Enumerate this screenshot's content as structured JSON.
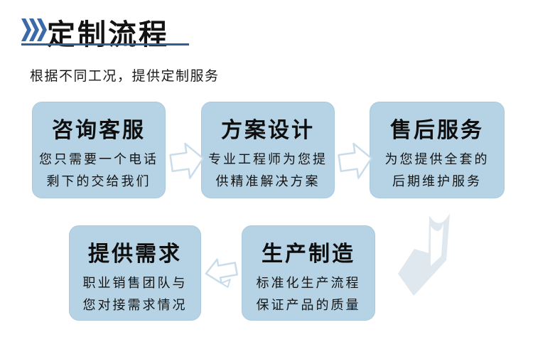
{
  "colors": {
    "accent_blue": "#3a6ba8",
    "underline_blue": "#2f5f93",
    "box_fill": "#b6d3e5",
    "small_arrow_outline": "#c9dcea",
    "curved_arrow_fill": "#dfe8ee",
    "text_black": "#121212",
    "background": "#ffffff"
  },
  "header": {
    "icon": "triple-chevron-right-icon",
    "title": "定制流程",
    "subtitle": "根据不同工况，提供定制服务"
  },
  "flow": {
    "steps": [
      {
        "title": "咨询客服",
        "lines": [
          "您只需要一个电话",
          "剩下的交给我们"
        ]
      },
      {
        "title": "方案设计",
        "lines": [
          "专业工程师为您提",
          "供精准解决方案"
        ]
      },
      {
        "title": "售后服务",
        "lines": [
          "为您提供全套的",
          "后期维护服务"
        ]
      },
      {
        "title": "提供需求",
        "lines": [
          "职业销售团队与",
          "您对接需求情况"
        ]
      },
      {
        "title": "生产制造",
        "lines": [
          "标准化生产流程",
          "保证产品的质量"
        ]
      }
    ],
    "connectors": [
      {
        "between": [
          "咨询客服",
          "方案设计"
        ],
        "icon": "arrow-right-outline-icon"
      },
      {
        "between": [
          "方案设计",
          "售后服务"
        ],
        "icon": "arrow-right-outline-icon"
      },
      {
        "between": [
          "生产制造",
          "提供需求"
        ],
        "icon": "arrow-left-outline-icon"
      },
      {
        "between": [
          "row-1",
          "生产制造"
        ],
        "icon": "curved-arrow-down-left-icon"
      }
    ]
  }
}
